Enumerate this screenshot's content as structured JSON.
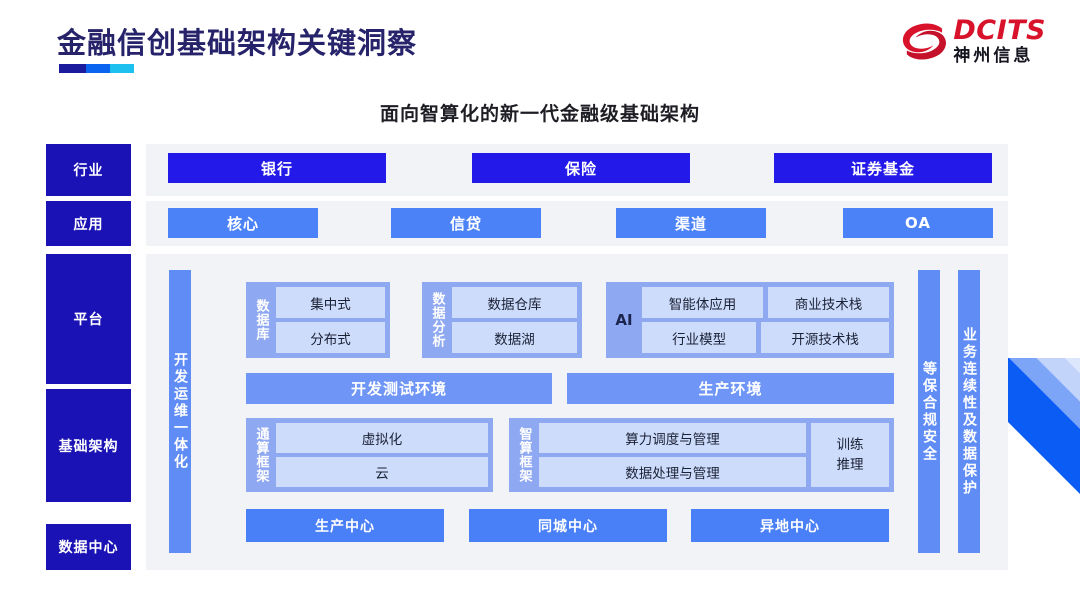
{
  "header": {
    "title": "金融信创基础架构关键洞察",
    "accent_segments": [
      "#1b1b9e",
      "#0a64f0",
      "#1ec0f0"
    ],
    "logo": {
      "en": "DCITS",
      "cn": "神州信息",
      "mark": "dcits-swirl-icon",
      "color": "#d8122a"
    }
  },
  "subtitle": "面向智算化的新一代金融级基础架构",
  "rails": [
    {
      "name": "industry",
      "label": "行业"
    },
    {
      "name": "application",
      "label": "应用"
    },
    {
      "name": "platform",
      "label": "平台"
    },
    {
      "name": "infrastructure",
      "label": "基础架构"
    },
    {
      "name": "datacenter",
      "label": "数据中心"
    }
  ],
  "industry_row": [
    "银行",
    "保险",
    "证券基金"
  ],
  "application_row": [
    "核心",
    "信贷",
    "渠道",
    "OA"
  ],
  "side_bars": {
    "left": "开发运维一体化",
    "right_inner": "等保合规安全",
    "right_outer": "业务连续性及数据保护"
  },
  "platform": {
    "groups": [
      {
        "label": "数据库",
        "cells": [
          "集中式",
          "分布式"
        ]
      },
      {
        "label": "数据分析",
        "cells": [
          "数据仓库",
          "数据湖"
        ]
      }
    ],
    "ai": {
      "label": "AI",
      "cells_top": [
        "智能体应用",
        "商业技术栈"
      ],
      "cells_bottom": [
        "行业模型",
        "开源技术栈"
      ]
    },
    "environments": [
      "开发测试环境",
      "生产环境"
    ]
  },
  "infrastructure": {
    "general_compute": {
      "label": "通算框架",
      "cells": [
        "虚拟化",
        "云"
      ]
    },
    "ai_compute": {
      "label": "智算框架",
      "cells": [
        "算力调度与管理",
        "数据处理与管理"
      ],
      "side_cell": "训练\n推理",
      "side_cell_lines": [
        "训练",
        "推理"
      ]
    }
  },
  "datacenter_row": [
    "生产中心",
    "同城中心",
    "异地中心"
  ],
  "colors": {
    "rail": "#1a12b4",
    "industry_box": "#2319e8",
    "application_box": "#4c82f7",
    "group_container": "#8fa8f2",
    "cell": "#cddcfb",
    "wide_bar": "#6f96f6",
    "vbar": "#5f8cf5",
    "panel_bg": "#f2f3f6"
  }
}
